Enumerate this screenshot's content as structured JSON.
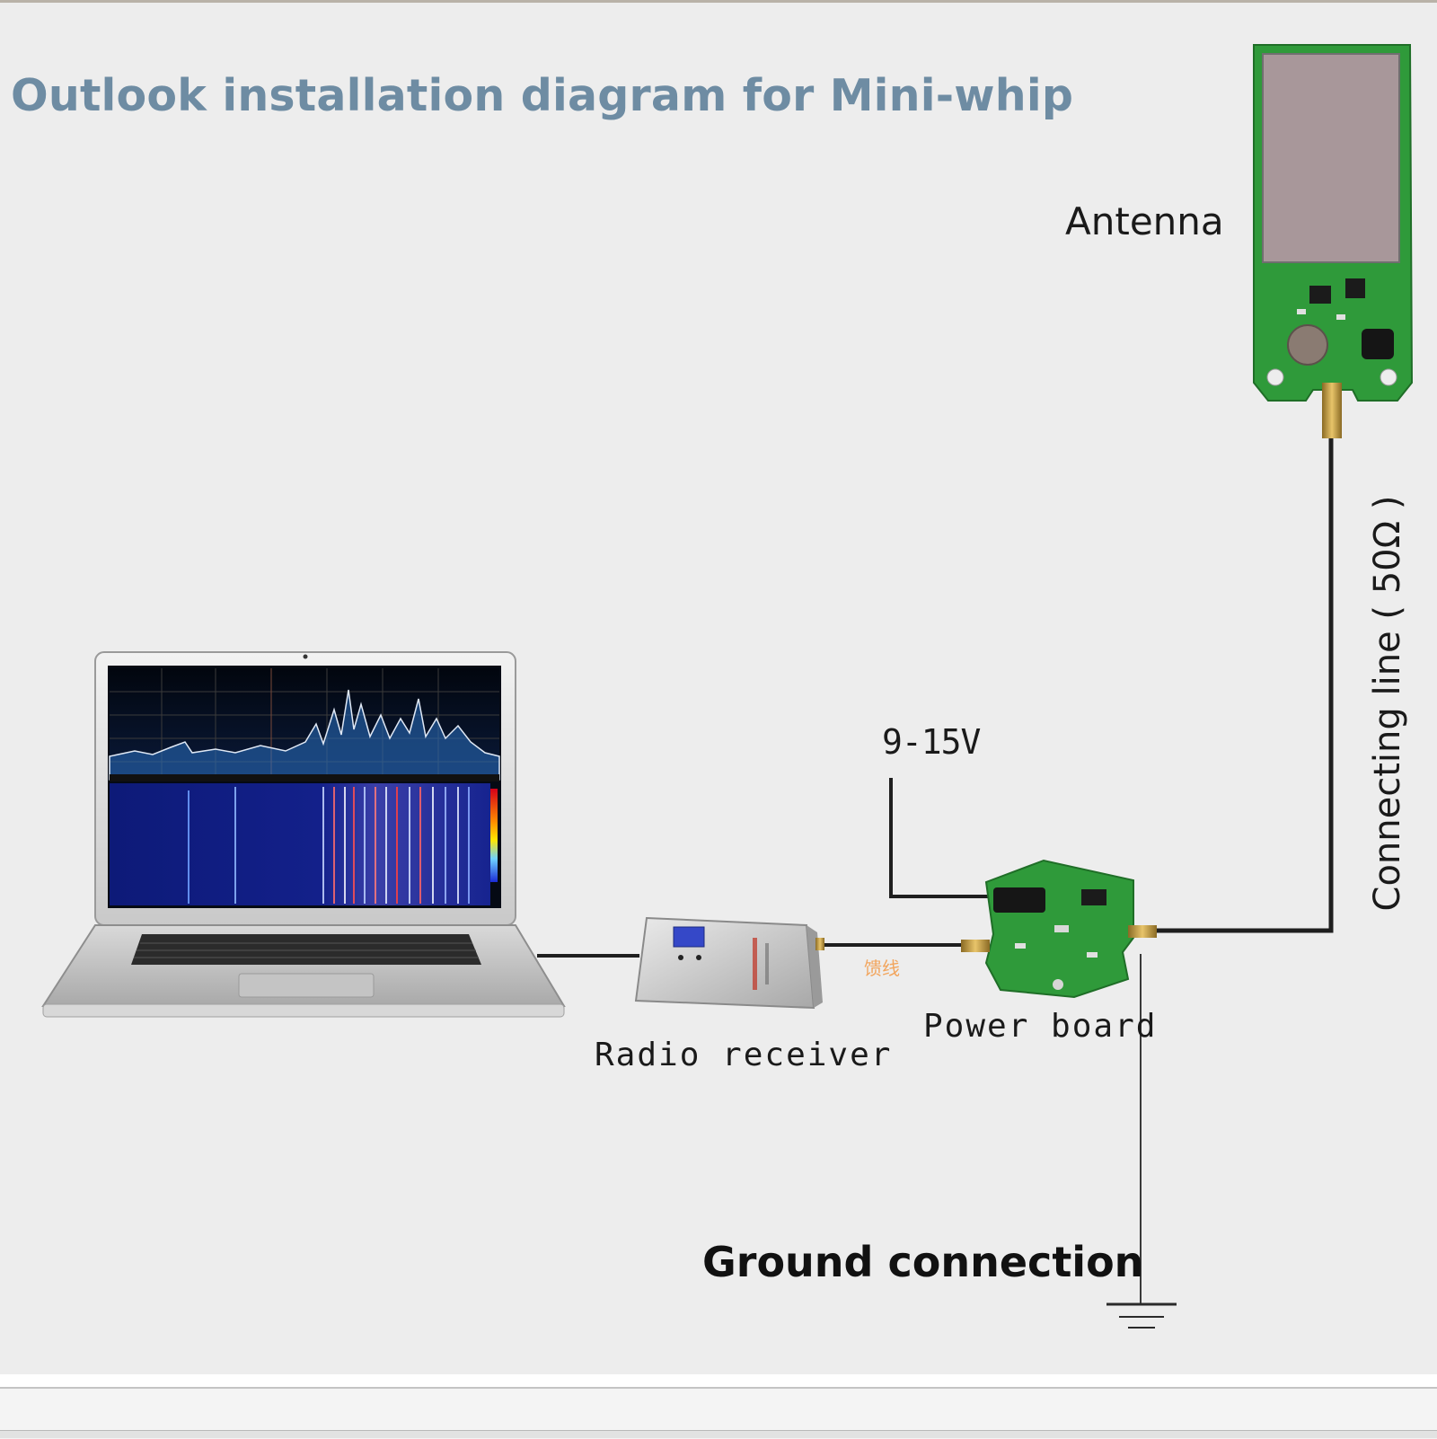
{
  "title": "Outlook installation diagram for Mini-whip",
  "labels": {
    "antenna": "Antenna",
    "connecting_line": "Connecting line ( 50Ω )",
    "voltage": "9-15V",
    "power_board": "Power board",
    "radio_receiver": "Radio receiver",
    "ground_connection": "Ground connection",
    "feedline_glyph": "馈线"
  },
  "components": [
    "laptop",
    "radio-receiver",
    "power-board",
    "antenna",
    "ground"
  ],
  "colors": {
    "title": "#6e8ca3",
    "pcb_green": "#2f9a3a",
    "wire": "#1f1f1f",
    "background": "#ededed"
  }
}
